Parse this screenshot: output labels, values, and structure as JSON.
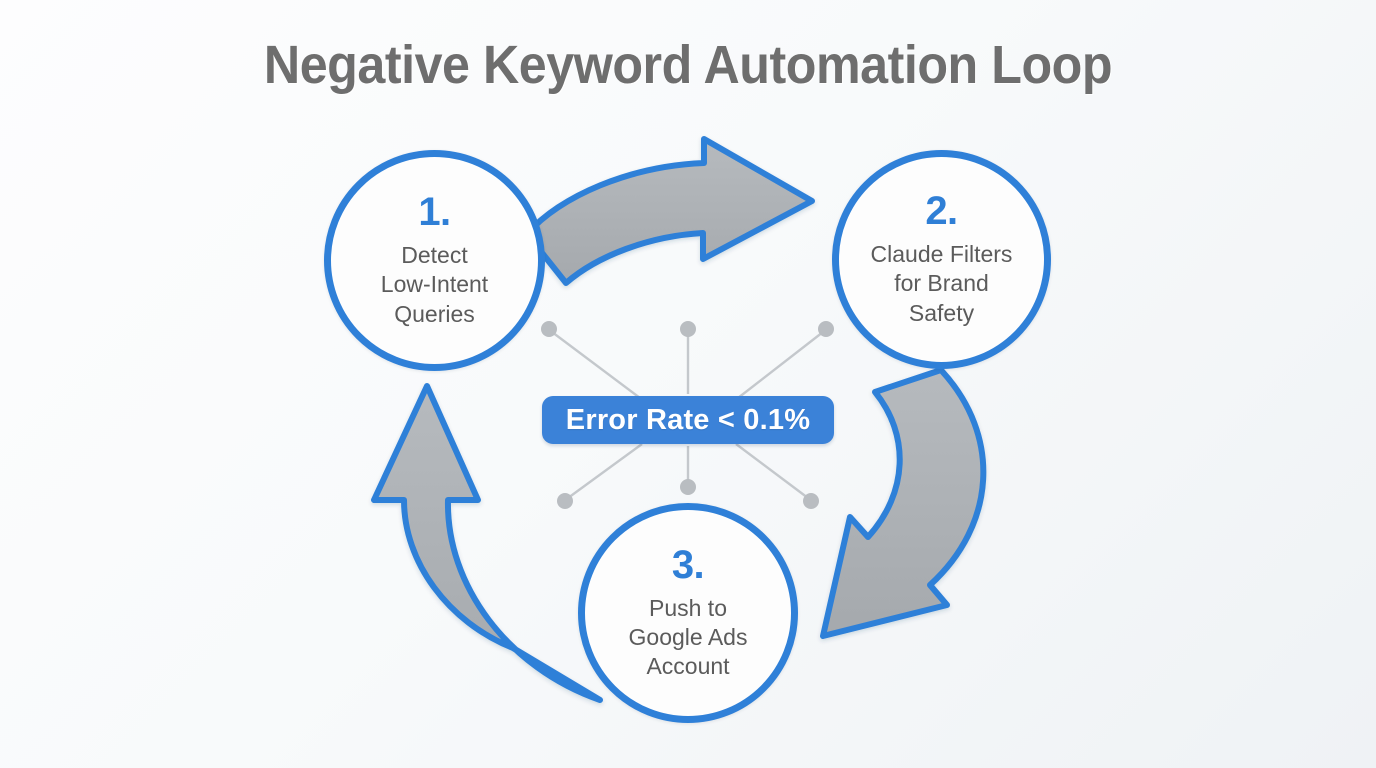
{
  "diagram": {
    "title": "Negative Keyword Automation Loop",
    "background_color": "#f6f8fa",
    "accent_color": "#2f80d8",
    "arrow_fill_color": "#aeb2b6",
    "arrow_stroke_color": "#2f80d8",
    "connector_dot_color": "#b9bdc1",
    "title_color": "#6e6e6e",
    "nodes": [
      {
        "number": "1.",
        "label": "Detect\nLow-Intent\nQueries",
        "name": "detect-low-intent-queries"
      },
      {
        "number": "2.",
        "label": "Claude Filters\nfor Brand\nSafety",
        "name": "claude-filters-brand-safety"
      },
      {
        "number": "3.",
        "label": "Push to\nGoogle Ads\nAccount",
        "name": "push-to-google-ads-account"
      }
    ],
    "center_badge": {
      "text": "Error Rate < 0.1%",
      "background_color": "#3b82d8",
      "text_color": "#ffffff"
    },
    "arrows": [
      {
        "name": "arrow-step1-to-step2",
        "from": "1.",
        "to": "2."
      },
      {
        "name": "arrow-step2-to-step3",
        "from": "2.",
        "to": "3."
      },
      {
        "name": "arrow-step3-to-step1",
        "from": "3.",
        "to": "1."
      }
    ]
  }
}
